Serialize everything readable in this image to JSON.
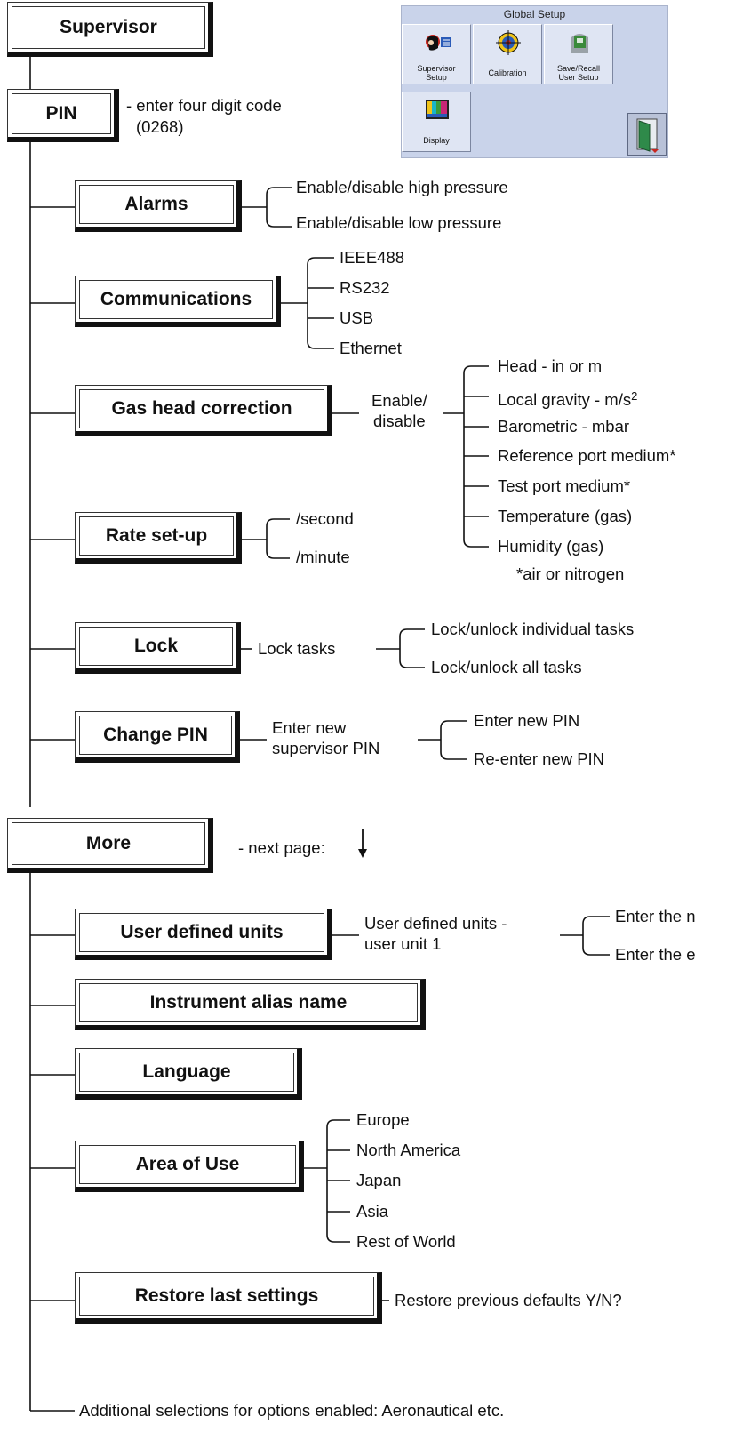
{
  "root": {
    "label": "Supervisor"
  },
  "pin": {
    "label": "PIN",
    "note_line1": "- enter four digit code",
    "note_line2": "(0268)"
  },
  "alarms": {
    "label": "Alarms",
    "options": [
      "Enable/disable high pressure",
      "Enable/disable low pressure"
    ]
  },
  "communications": {
    "label": "Communications",
    "options": [
      "IEEE488",
      "RS232",
      "USB",
      "Ethernet"
    ]
  },
  "gas_head": {
    "label": "Gas head correction",
    "mid_line1": "Enable/",
    "mid_line2": "disable",
    "options": [
      "Head - in or m",
      "Local gravity - m/s",
      "Barometric - mbar",
      "Reference port medium*",
      "Test port medium*",
      "Temperature (gas)",
      "Humidity (gas)"
    ],
    "gravity_sup": "2",
    "footnote": "*air or nitrogen"
  },
  "rate": {
    "label": "Rate set-up",
    "options": [
      "/second",
      "/minute"
    ]
  },
  "lock": {
    "label": "Lock",
    "mid": "Lock tasks",
    "options": [
      "Lock/unlock individual tasks",
      "Lock/unlock all tasks"
    ]
  },
  "change_pin": {
    "label": "Change PIN",
    "mid_line1": "Enter new",
    "mid_line2": "supervisor PIN",
    "options": [
      "Enter new PIN",
      "Re-enter new PIN"
    ]
  },
  "more": {
    "label": "More",
    "note": "- next page:"
  },
  "user_units": {
    "label": "User defined units",
    "mid_line1": "User defined units -",
    "mid_line2": "user unit 1",
    "options": [
      "Enter the n",
      "Enter the e"
    ]
  },
  "alias": {
    "label": "Instrument alias name"
  },
  "language": {
    "label": "Language"
  },
  "area": {
    "label": "Area of Use",
    "options": [
      "Europe",
      "North America",
      "Japan",
      "Asia",
      "Rest of World"
    ]
  },
  "restore": {
    "label": "Restore last settings",
    "note": "Restore previous defaults Y/N?"
  },
  "additional": "Additional selections for options enabled: Aeronautical etc.",
  "global_setup": {
    "title": "Global Setup",
    "buttons": [
      {
        "line1": "Supervisor",
        "line2": "Setup",
        "icon": "supervisor-head-icon"
      },
      {
        "line1": "Calibration",
        "line2": "",
        "icon": "crosshair-target-icon"
      },
      {
        "line1": "Save/Recall",
        "line2": "User Setup",
        "icon": "floppy-head-icon"
      },
      {
        "line1": "Display",
        "line2": "",
        "icon": "display-color-bars-icon"
      }
    ],
    "exit_icon": "exit-door-icon"
  }
}
